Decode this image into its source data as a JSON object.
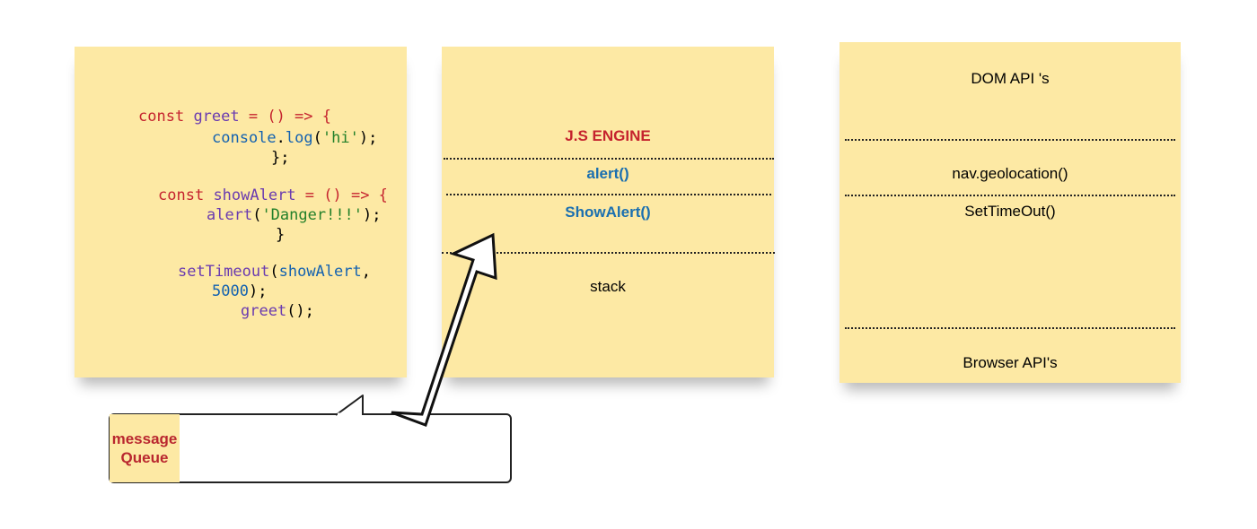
{
  "code": {
    "l1_kw": "const",
    "l1_fn": "greet",
    "l1_rest": " = () => {",
    "l2_obj": "console",
    "l2_dot": ".",
    "l2_fn": "log",
    "l2_p1": "(",
    "l2_str": "'hi'",
    "l2_p2": ");",
    "l3": "};",
    "l4_kw": "const",
    "l4_fn": "showAlert",
    "l4_rest": " = () => {",
    "l5_fn": "alert",
    "l5_p1": "(",
    "l5_str": "'Danger!!!'",
    "l5_p2": ");",
    "l6": "}",
    "l7_fn": "setTimeout",
    "l7_p1": "(",
    "l7_obj": "showAlert",
    "l7_p2": ",",
    "l8_num": "5000",
    "l8_p": ");",
    "l9_fn": "greet",
    "l9_p": "();"
  },
  "engine": {
    "title": "J.S ENGINE",
    "frame_top": "alert()",
    "frame_next": "ShowAlert()",
    "stack_label": "stack"
  },
  "browser": {
    "dom_apis": "DOM API 's",
    "geolocation": "nav.geolocation()",
    "settimeout": "SetTimeOut()",
    "footer": "Browser API's"
  },
  "queue": {
    "label_line1": "message",
    "label_line2": "Queue"
  },
  "colors": {
    "note_bg": "#fde9a4",
    "keyword": "#c5232e",
    "function": "#6a3bb0",
    "object": "#1462b0",
    "string": "#23802a",
    "engine_title": "#c5232e",
    "stack_frame": "#1a6fb0",
    "queue_label": "#b9272f"
  }
}
